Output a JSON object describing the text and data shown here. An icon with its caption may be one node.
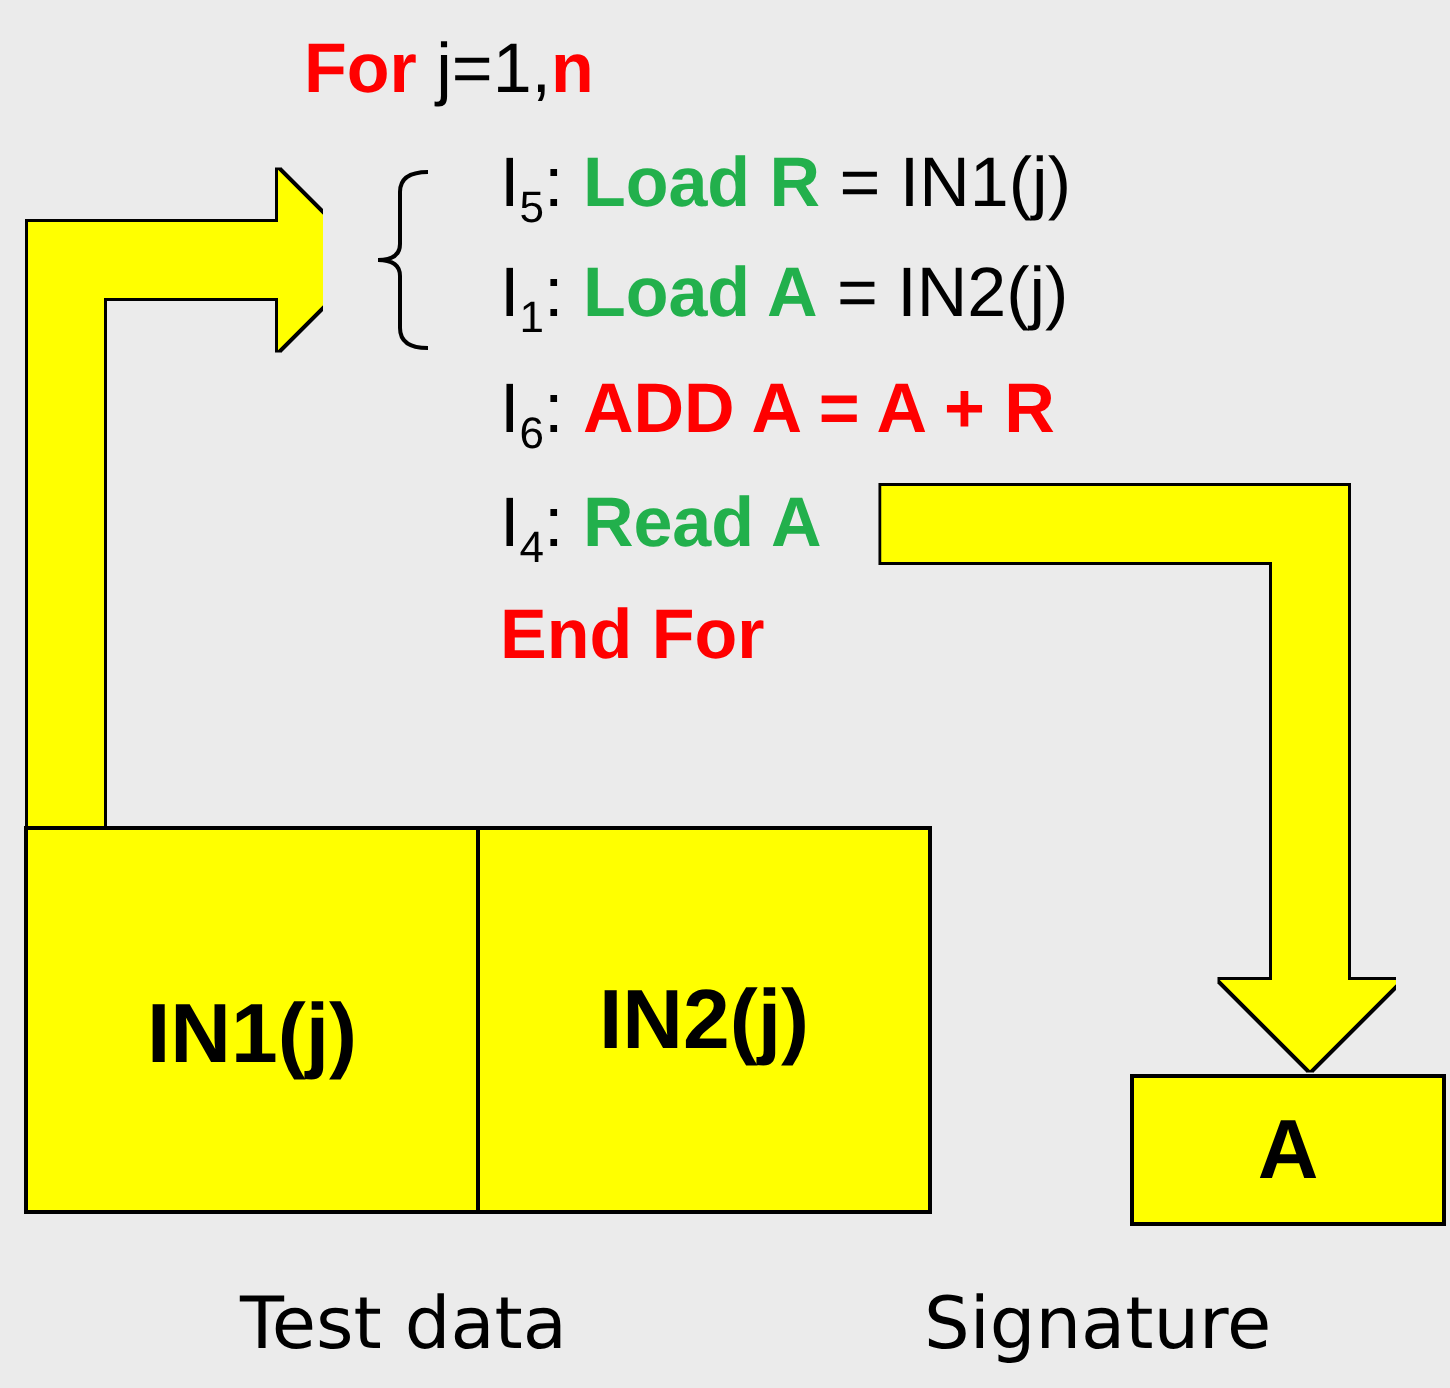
{
  "diagram": {
    "nodes": [
      {
        "text": [],
        "shape": "brace"
      },
      {
        "text": [
          "I$_{4}$: **Read A**"
        ]
      },
      {
        "text": [
          "IN1(j)"
        ]
      },
      {
        "text": [
          "IN2(j)"
        ]
      },
      {
        "text": [
          "A"
        ]
      }
    ],
    "edges": [
      {
        "from": 2,
        "to": 0,
        "arrow": "to"
      },
      {
        "from": 1,
        "to": 4,
        "arrow": "to"
      }
    ],
    "labels": [
      "**For** j=1,**n**",
      "I$_{5}$: **Load R** = IN1(j)",
      "I$_{1}$: **Load A** = IN2(j)",
      "I$_{6}$: **ADD A = A + R**",
      "End For",
      "Test data",
      "Signature"
    ]
  }
}
